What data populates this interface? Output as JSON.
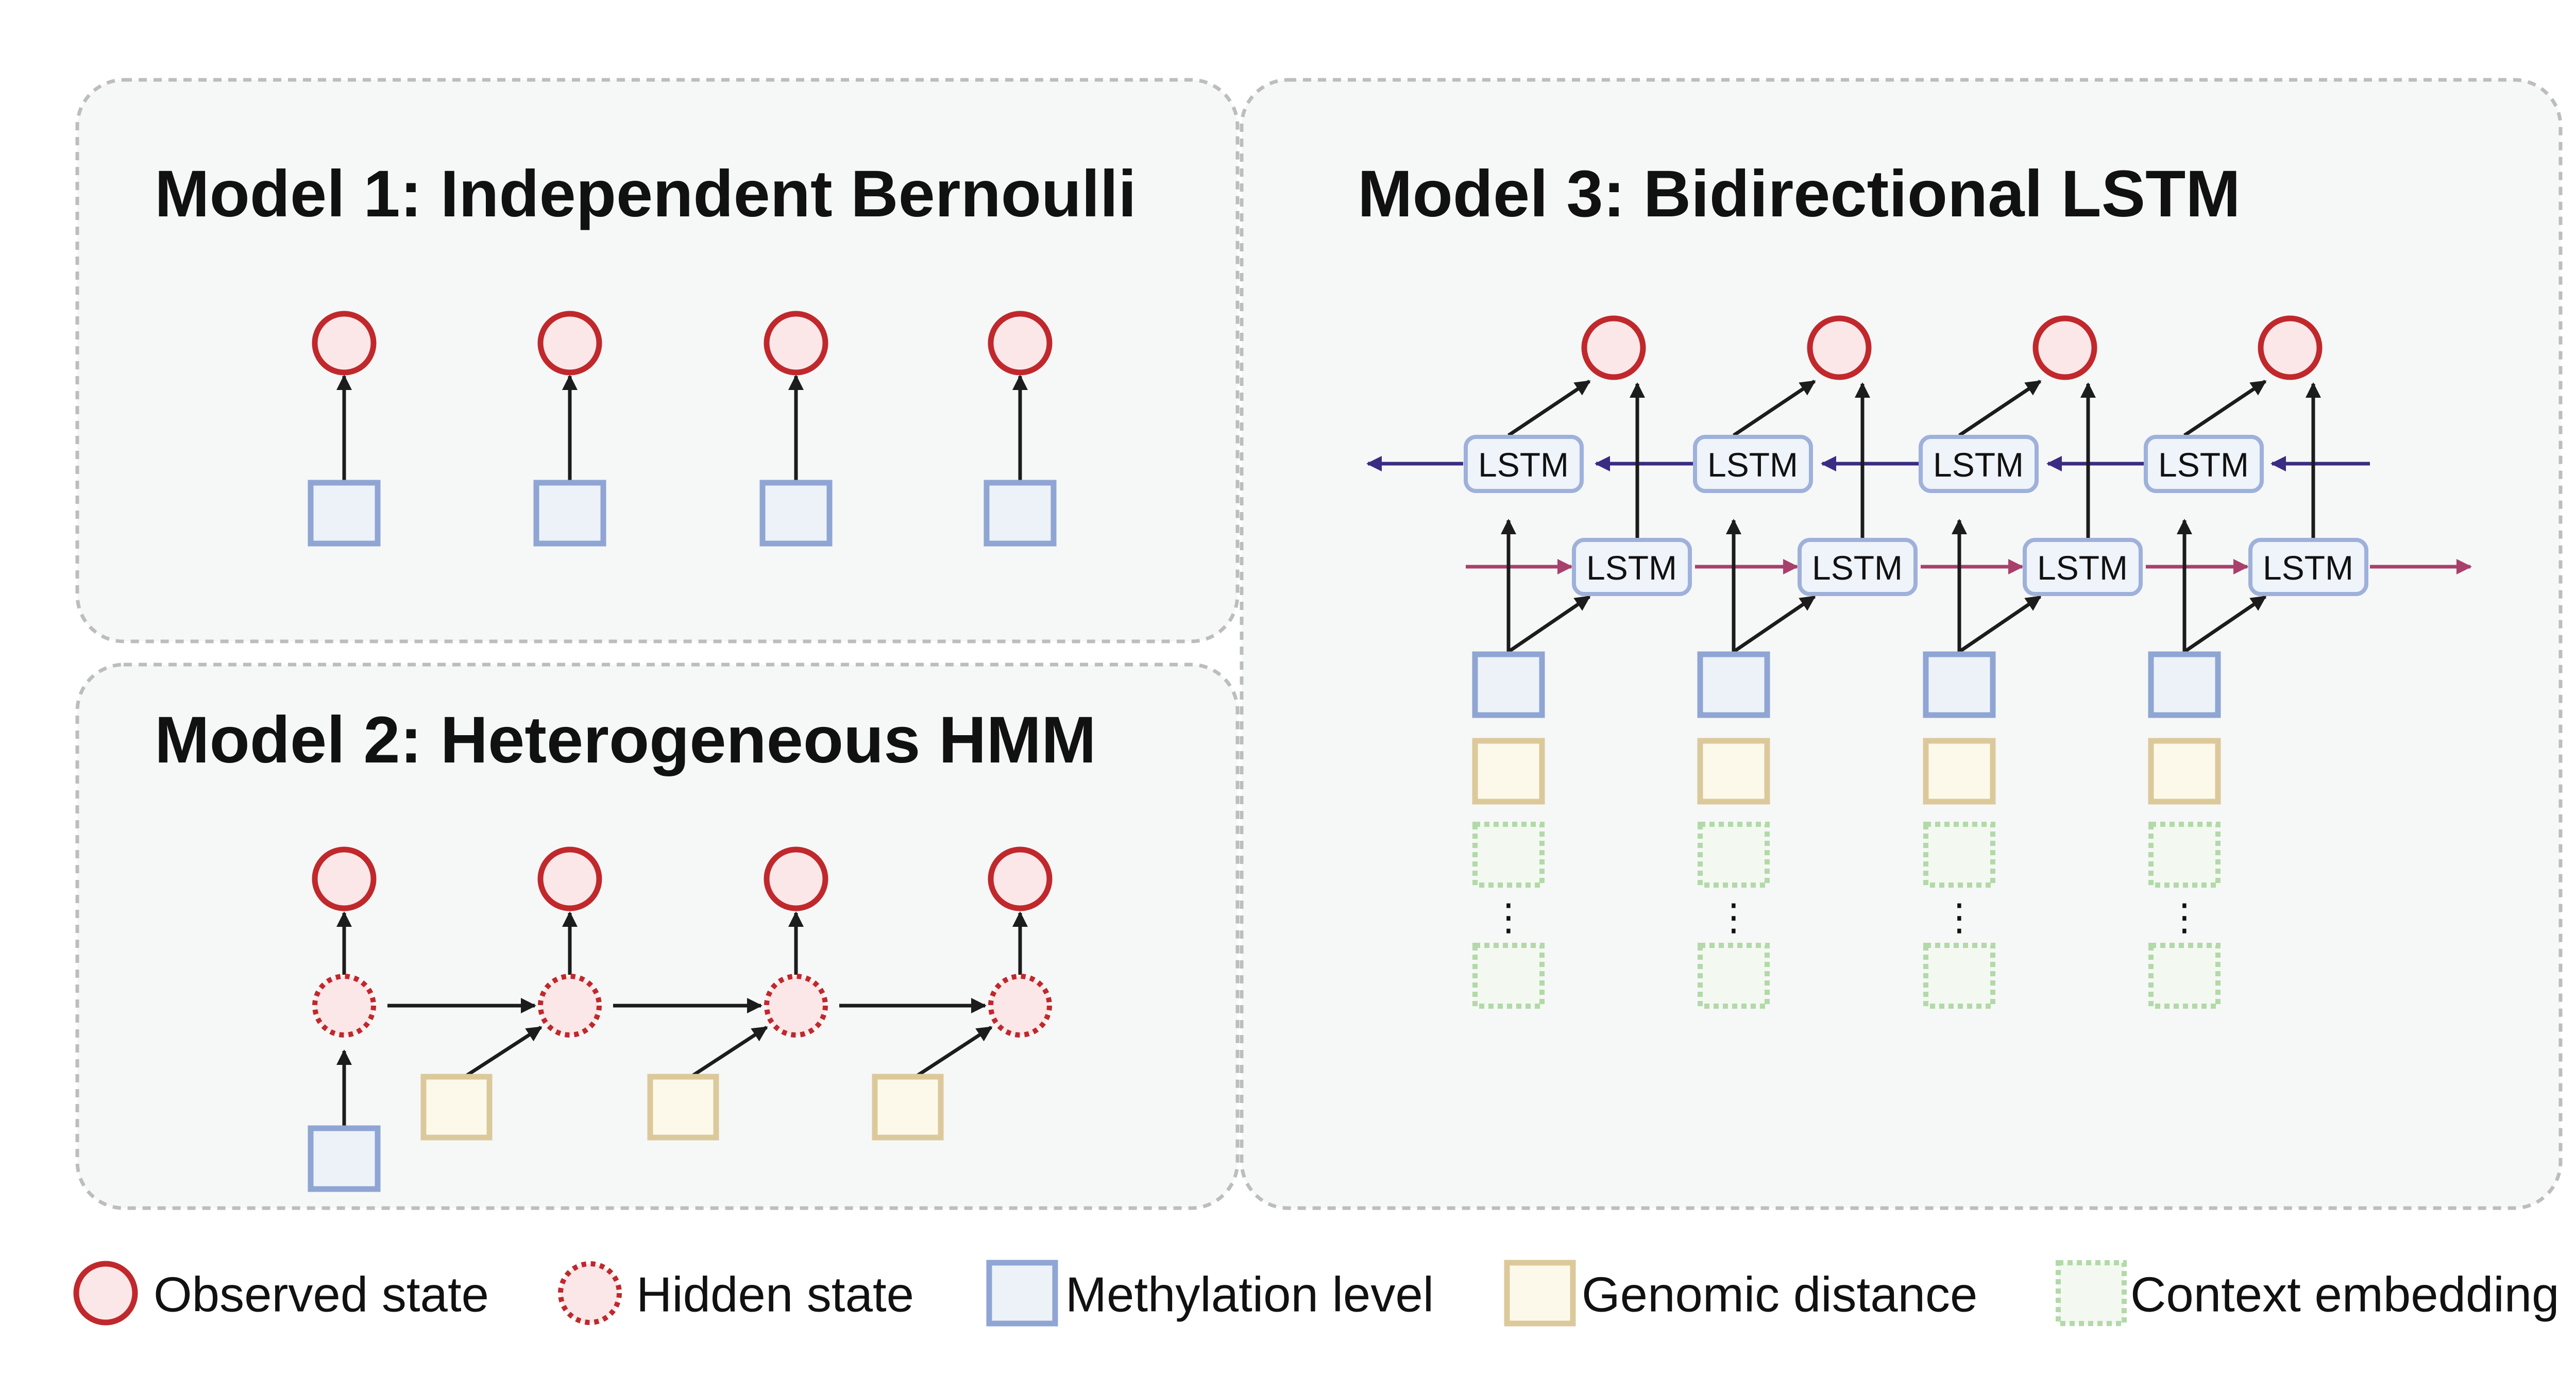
{
  "panels": {
    "model1": {
      "title": "Model 1: Independent Bernoulli"
    },
    "model2": {
      "title": "Model 2: Heterogeneous HMM"
    },
    "model3": {
      "title": "Model 3: Bidirectional LSTM",
      "lstm_label": "LSTM",
      "ellipsis": "⋮"
    }
  },
  "legend": [
    {
      "key": "observed",
      "label": "Observed state"
    },
    {
      "key": "hidden",
      "label": "Hidden state"
    },
    {
      "key": "methylation",
      "label": "Methylation level"
    },
    {
      "key": "genomic",
      "label": "Genomic distance"
    },
    {
      "key": "context",
      "label": "Context embedding"
    }
  ],
  "colors": {
    "panel_fill": "#f6f7f7",
    "panel_border": "#bdbdbd",
    "observed_stroke": "#c0282c",
    "observed_fill": "#fbe7e8",
    "methylation_stroke": "#8fa5d3",
    "methylation_fill": "#edf2f9",
    "genomic_stroke": "#dcc99b",
    "genomic_fill": "#fdf9ea",
    "context_stroke": "#b2d9a8",
    "context_fill": "#f3f8f1",
    "lstm_stroke": "#9eb1da",
    "lstm_fill": "#eff3fa",
    "forward_arrow": "#a8406c",
    "backward_arrow": "#3c2b82",
    "arrow": "#1c1c1c"
  }
}
